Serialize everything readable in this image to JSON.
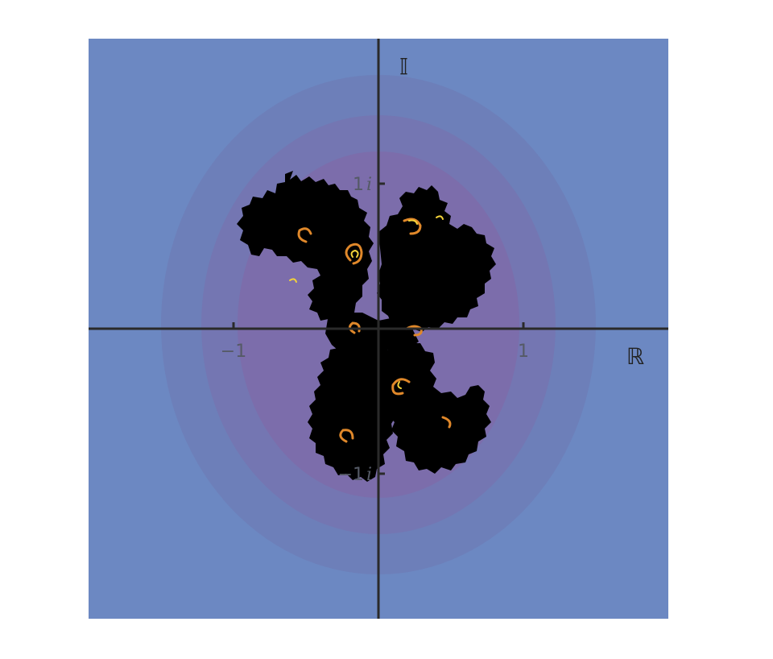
{
  "figure": {
    "real_axis_symbol": "ℝ",
    "imaginary_axis_symbol": "𝕀",
    "tick_labels": {
      "real_neg_one": "−1",
      "real_pos_one": "1",
      "imag_pos_one": "1",
      "imag_neg_one": "−1",
      "imag_unit": "i"
    },
    "view": {
      "re_min": -2,
      "re_max": 2,
      "im_min": -2,
      "im_max": 2
    }
  },
  "colors": {
    "background_far": "#6c88c2",
    "background_near": "#8a6aa6",
    "fractal_fill": "#000000",
    "fractal_edge_orange": "#e0882a",
    "fractal_edge_yellow": "#f3d23a",
    "axis_line": "#2a2a2a"
  }
}
